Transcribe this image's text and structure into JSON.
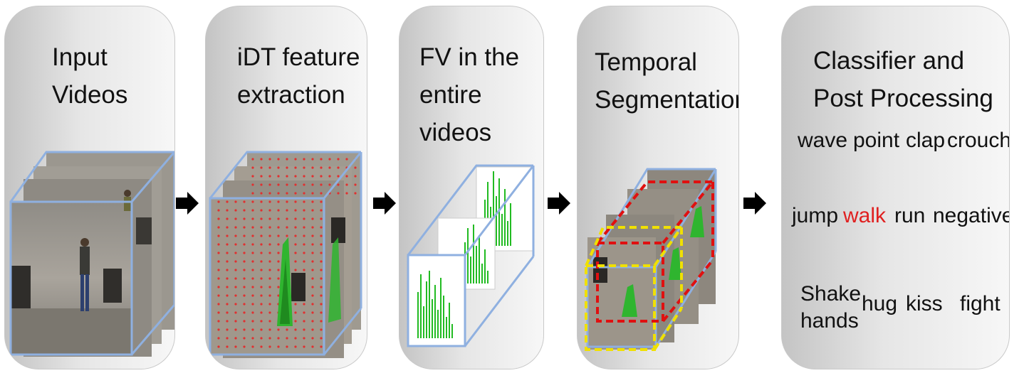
{
  "panels": [
    {
      "id": "input",
      "title": "Input\nVideos"
    },
    {
      "id": "idt",
      "title": "iDT feature\nextraction"
    },
    {
      "id": "fv",
      "title": "FV in the\nentire\nvideos"
    },
    {
      "id": "temporal",
      "title": "Temporal\nSegmentation"
    },
    {
      "id": "classifier",
      "title": "Classifier and\nPost Processing"
    }
  ],
  "classes": {
    "row1": [
      "wave",
      "point",
      "clap",
      "crouch"
    ],
    "row2": [
      "jump",
      "walk",
      "run",
      "negative"
    ],
    "row3_multi": "Shake\nhands",
    "row3": [
      "hug",
      "kiss",
      "fight"
    ],
    "highlighted": "walk"
  },
  "colors": {
    "frame_border": "#8fb0e0",
    "highlight": "#e02020",
    "segment_red": "#e01010",
    "segment_yellow": "#f0e000",
    "histogram_bars": "#22bb22",
    "arrow": "#000000"
  },
  "icons": [
    "right-arrow-icon"
  ]
}
